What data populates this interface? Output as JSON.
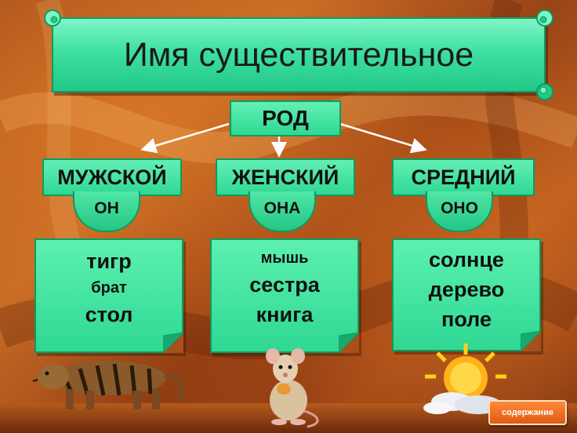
{
  "title": "Имя существительное",
  "category": "РОД",
  "genders": [
    {
      "label": "МУЖСКОЙ",
      "pronoun": "ОН",
      "words": [
        "тигр",
        "брат",
        "стол"
      ]
    },
    {
      "label": "ЖЕНСКИЙ",
      "pronoun": "ОНА",
      "words": [
        "мышь",
        "сестра",
        "книга"
      ]
    },
    {
      "label": "СРЕДНИЙ",
      "pronoun": "ОНО",
      "words": [
        "солнце",
        "дерево",
        "поле"
      ]
    }
  ],
  "nav": {
    "contents_label": "содержание"
  },
  "colors": {
    "accent_green": "#3ee0a2",
    "background": "#a8501c",
    "button": "#e05a12"
  }
}
